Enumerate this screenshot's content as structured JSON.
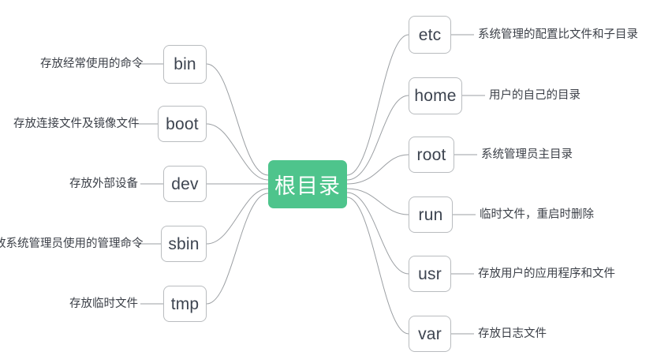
{
  "diagram": {
    "type": "mindmap",
    "title_node": "根目录",
    "colors": {
      "center_fill": "#4ec48c",
      "center_text": "#ffffff",
      "node_border": "#b9bcbf",
      "node_text": "#3d4450",
      "label_text": "#3c4048",
      "link_stroke": "#9b9fa3",
      "background": "#ffffff"
    },
    "left_branches": [
      {
        "name": "bin",
        "description": "存放经常使用的命令"
      },
      {
        "name": "boot",
        "description": "存放连接文件及镜像文件"
      },
      {
        "name": "dev",
        "description": "存放外部设备"
      },
      {
        "name": "sbin",
        "description": "放系统管理员使用的管理命令"
      },
      {
        "name": "tmp",
        "description": "存放临时文件"
      }
    ],
    "right_branches": [
      {
        "name": "etc",
        "description": "系统管理的配置比文件和子目录"
      },
      {
        "name": "home",
        "description": "用户的自己的目录"
      },
      {
        "name": "root",
        "description": "系统管理员主目录"
      },
      {
        "name": "run",
        "description": "临时文件，重启时删除"
      },
      {
        "name": "usr",
        "description": "存放用户的应用程序和文件"
      },
      {
        "name": "var",
        "description": "存放日志文件"
      }
    ]
  }
}
